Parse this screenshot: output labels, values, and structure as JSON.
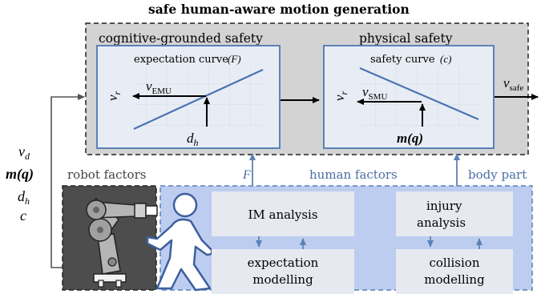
{
  "title": "safe human-aware motion generation",
  "cognitive": {
    "label": "cognitive-grounded safety",
    "plot_title": "expectation curve",
    "plot_symbol": "(F)",
    "y_axis": "v",
    "y_sub": "r",
    "output": "v",
    "output_sub": "EMU",
    "x_axis": "d",
    "x_sub": "h"
  },
  "physical": {
    "label": "physical safety",
    "plot_title": "safety curve",
    "plot_symbol": "(c)",
    "y_axis": "v",
    "y_sub": "r",
    "output": "v",
    "output_sub": "SMU",
    "x_axis": "m(q)"
  },
  "output_label": "v",
  "output_sub": "safe",
  "inputs": [
    {
      "main": "v",
      "sub": "d"
    },
    {
      "main": "m(q)",
      "sub": ""
    },
    {
      "main": "d",
      "sub": "h"
    },
    {
      "main": "c",
      "sub": ""
    }
  ],
  "robot_factors": "robot factors",
  "human_factors": "human factors",
  "body_part": "body part",
  "f_label": "F",
  "blocks": {
    "im_analysis": "IM analysis",
    "expectation_modelling_1": "expectation",
    "expectation_modelling_2": "modelling",
    "injury_analysis_1": "injury",
    "injury_analysis_2": "analysis",
    "collision_modelling_1": "collision",
    "collision_modelling_2": "modelling"
  },
  "colors": {
    "outer_bg": "#d3d3d3",
    "panel_border": "#5b82b5",
    "panel_bg": "#e8edf5",
    "curve": "#4a74b2",
    "robot_bg": "#4d4d4d",
    "human_bg": "#bccdf0",
    "block_bg": "#e6e9f0",
    "blue_text": "#4a6fa5"
  }
}
